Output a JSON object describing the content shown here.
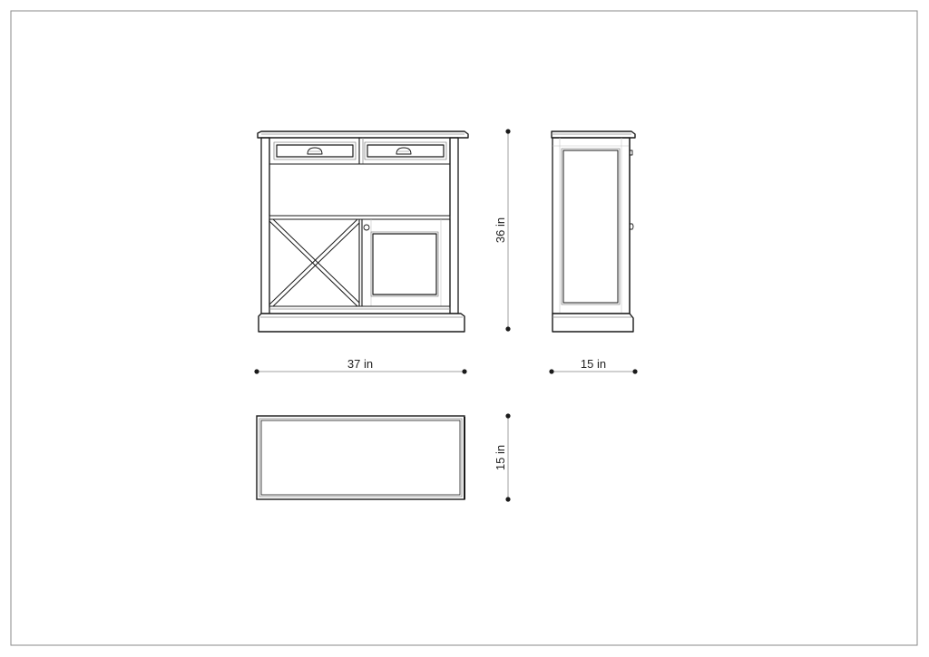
{
  "sheet": {
    "border_color": "#8a8a8a",
    "line_color": "#1a1a1a",
    "secondary_line_color": "#8c8c8c",
    "dimension_line_color": "#a0a0a0",
    "dimension_dot_color": "#1a1a1a"
  },
  "views": {
    "front": {
      "name": "Front view",
      "features": [
        "top molding",
        "two drawers with cup handles",
        "open shelf",
        "X-shaped wine rack",
        "panel door with round knob",
        "plinth base"
      ]
    },
    "side": {
      "name": "Side view",
      "features": [
        "raised side panel",
        "top molding",
        "plinth base"
      ]
    },
    "top": {
      "name": "Top view"
    }
  },
  "dimensions": {
    "width": {
      "label": "37 in",
      "value": 37,
      "unit": "in"
    },
    "height": {
      "label": "36 in",
      "value": 36,
      "unit": "in"
    },
    "depth_side": {
      "label": "15 in",
      "value": 15,
      "unit": "in"
    },
    "depth_top": {
      "label": "15 in",
      "value": 15,
      "unit": "in"
    }
  }
}
